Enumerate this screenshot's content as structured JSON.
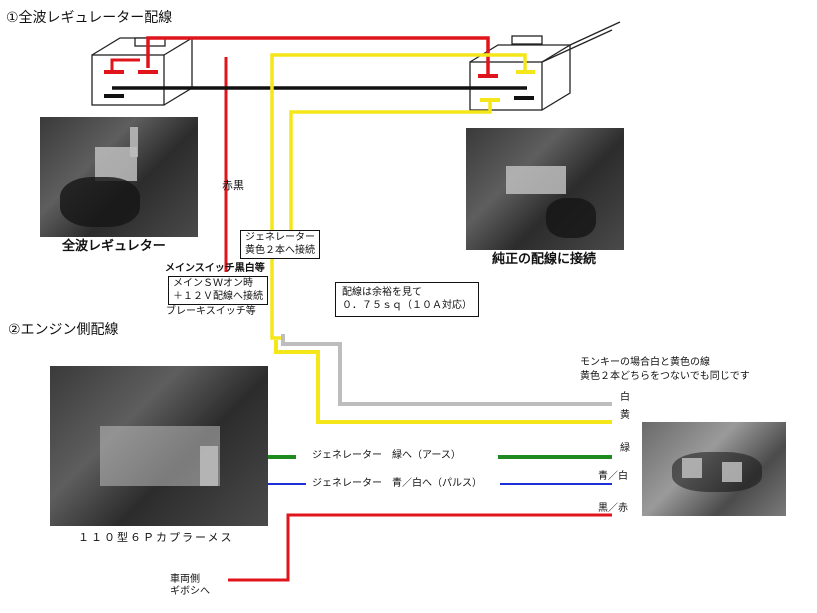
{
  "section1": {
    "title": "①全波レギュレーター配線"
  },
  "section2": {
    "title": "②エンジン側配線"
  },
  "photos": {
    "regulator_caption": "全波レギュレター",
    "stock_caption": "純正の配線に接続",
    "coupler_caption": "１１０型６Ｐカプラーメス",
    "generator_caption": ""
  },
  "labels": {
    "red_black": "赤黒",
    "main_switch_header": "メインスイッチ黒白等",
    "main_switch_box": [
      "メインＳＷオン時",
      "＋１２Ｖ配線へ接続"
    ],
    "brake_switch": "ブレーキスイッチ等",
    "generator_box": [
      "ジェネレーター",
      "黄色２本へ接続"
    ],
    "wire_spec_box": [
      "配線は余裕を見て",
      "０．７５ｓｑ（１０Ａ対応）"
    ],
    "monkey_note": [
      "モンキーの場合白と黄色の線",
      "黄色２本どちらをつないでも同じです"
    ],
    "green_wire": "ジェネレーター　緑へ（アース）",
    "blue_wire": "ジェネレーター　青／白へ（パルス）",
    "vehicle_side": [
      "車両側",
      "ギボシへ"
    ]
  },
  "wire_colors": {
    "white": "白",
    "yellow": "黄",
    "green": "緑",
    "blue_white": "青／白",
    "black_red": "黒／赤"
  },
  "colors": {
    "red": "#e0141b",
    "yellow": "#f5e61a",
    "black": "#111111",
    "green": "#1f8a1f",
    "blue": "#1d2fd6",
    "gray": "#bdbdbd"
  }
}
